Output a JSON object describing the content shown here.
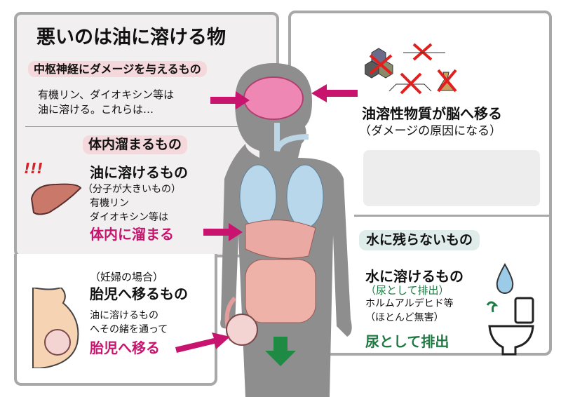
{
  "title": "悪いのは油に溶ける物",
  "cns": {
    "label": "中枢神経にダメージを与えるもの",
    "text1": "有機リン、ダイオキシン等は",
    "text2": "油に溶ける。これらは…"
  },
  "accumulate": {
    "label": "体内溜まるもの",
    "heading": "油に溶けるもの",
    "sub": "（分子が大きいもの）",
    "line1": "有機リン",
    "line2": "ダイオキシン等は",
    "result": "体内に溜まる",
    "alert": "!!!"
  },
  "fetus": {
    "note": "（妊婦の場合）",
    "heading": "胎児へ移るもの",
    "line1": "油に溶けるもの",
    "line2": "へその緒を通って",
    "result": "胎児へ移る"
  },
  "brain": {
    "heading": "油溶性物質が脳へ移る",
    "sub": "（ダメージの原因になる）"
  },
  "water": {
    "label": "水に残らないもの",
    "heading": "水に溶けるもの",
    "sub": "（尿として排出）",
    "line1": "ホルムアルデヒド等",
    "line2": "（ほとんど無害）",
    "result": "尿として排出"
  },
  "colors": {
    "magenta": "#c8146e",
    "green": "#1f7a44",
    "body": "#8e8e8e",
    "pill_pink": "#f5d8dc",
    "pill_green": "#dfecea"
  }
}
